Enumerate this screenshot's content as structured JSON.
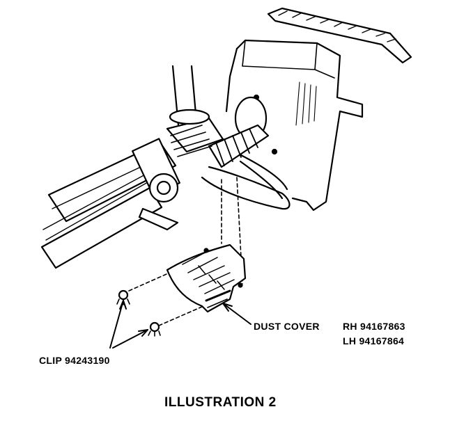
{
  "labels": {
    "dust_cover": "DUST COVER",
    "rh_part": "RH 94167863",
    "lh_part": "LH 94167864",
    "clip_part": "CLIP 94243190"
  },
  "caption": "ILLUSTRATION 2",
  "colors": {
    "ink": "#000000",
    "paper": "#ffffff"
  }
}
